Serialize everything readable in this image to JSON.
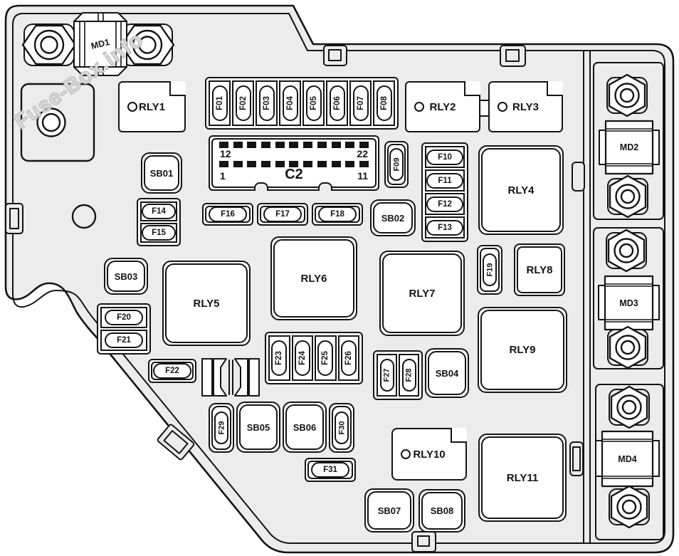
{
  "watermark": "Fuse-Box.info",
  "colors": {
    "background": "#ffffff",
    "board_fill": "#ececec",
    "line": "#141414",
    "component_fill": "#ffffff",
    "watermark_stroke": "#c0c0c0"
  },
  "modules": {
    "md1": "MD1",
    "md2": "MD2",
    "md3": "MD3",
    "md4": "MD4"
  },
  "relays": {
    "rly1": "RLY1",
    "rly2": "RLY2",
    "rly3": "RLY3",
    "rly4": "RLY4",
    "rly5": "RLY5",
    "rly6": "RLY6",
    "rly7": "RLY7",
    "rly8": "RLY8",
    "rly9": "RLY9",
    "rly10": "RLY10",
    "rly11": "RLY11"
  },
  "fuses": {
    "f01": "F01",
    "f02": "F02",
    "f03": "F03",
    "f04": "F04",
    "f05": "F05",
    "f06": "F06",
    "f07": "F07",
    "f08": "F08",
    "f09": "F09",
    "f10": "F10",
    "f11": "F11",
    "f12": "F12",
    "f13": "F13",
    "f14": "F14",
    "f15": "F15",
    "f16": "F16",
    "f17": "F17",
    "f18": "F18",
    "f19": "F19",
    "f20": "F20",
    "f21": "F21",
    "f22": "F22",
    "f23": "F23",
    "f24": "F24",
    "f25": "F25",
    "f26": "F26",
    "f27": "F27",
    "f28": "F28",
    "f29": "F29",
    "f30": "F30",
    "f31": "F31"
  },
  "fusible_links": {
    "sb01": "SB01",
    "sb02": "SB02",
    "sb03": "SB03",
    "sb04": "SB04",
    "sb05": "SB05",
    "sb06": "SB06",
    "sb07": "SB07",
    "sb08": "SB08"
  },
  "connector": {
    "label": "C2",
    "pin_rows": 2,
    "pins_per_row": 11,
    "pin_top_left": "12",
    "pin_top_right": "22",
    "pin_bottom_left": "1",
    "pin_bottom_right": "11"
  }
}
